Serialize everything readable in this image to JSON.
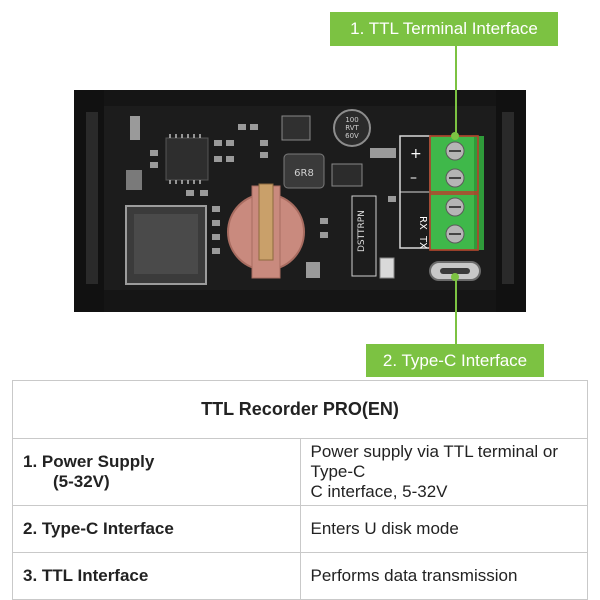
{
  "callouts": {
    "ttl": "1. TTL Terminal Interface",
    "typec": "2. Type-C Interface"
  },
  "board": {
    "terminal_plus": "+",
    "terminal_minus": "–",
    "terminal_rx": "RX",
    "terminal_tx": "TX",
    "inductor_code": "6R8",
    "cap_line1": "100",
    "cap_line2": "RVT",
    "cap_line3": "60V",
    "silk_model": "DSTTRPN"
  },
  "table": {
    "title": "TTL Recorder PRO(EN)",
    "rows": [
      {
        "name_line1": "1. Power Supply",
        "name_line2": "(5-32V)",
        "desc_line1": "Power supply via TTL terminal or Type-C",
        "desc_line2": "C interface, 5-32V"
      },
      {
        "name": "2. Type-C Interface",
        "desc": "Enters U disk mode"
      },
      {
        "name": "3. TTL Interface",
        "desc": "Performs data transmission"
      }
    ]
  },
  "colors": {
    "accent_green": "#7cc242",
    "terminal_green": "#3fb84a",
    "board_black": "#1c1c1c",
    "holder_pink": "#c98a7e"
  }
}
